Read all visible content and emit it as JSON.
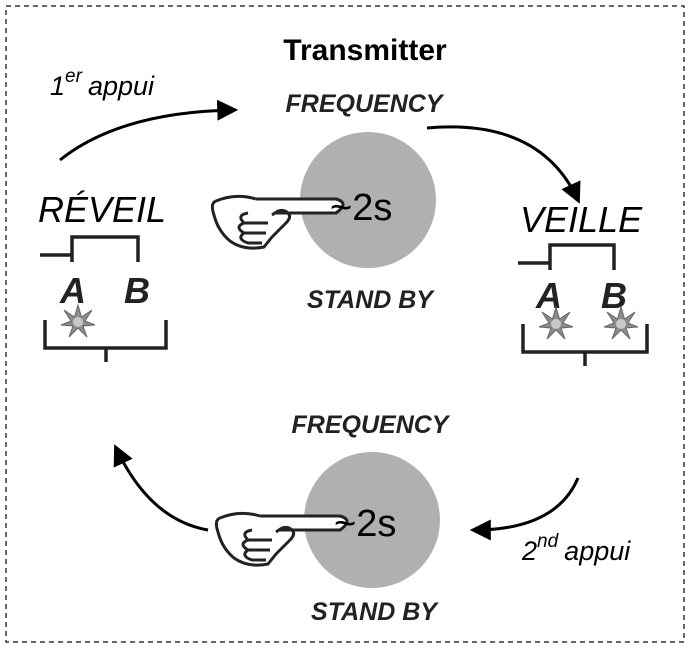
{
  "title": "Transmitter",
  "top_cycle": {
    "label": "FREQUENCY",
    "duration": "~2s",
    "button_label": "STAND BY"
  },
  "bottom_cycle": {
    "label": "FREQUENCY",
    "duration": "~2s",
    "button_label": "STAND BY"
  },
  "reveil": {
    "label": "RÉVEIL",
    "channels": [
      "A",
      "B"
    ]
  },
  "veille": {
    "label": "VEILLE",
    "channels": [
      "A",
      "B"
    ]
  },
  "first_press": {
    "number": "1",
    "sup": "er",
    "text": "appui"
  },
  "second_press": {
    "number": "2",
    "sup": "nd",
    "text": "appui"
  },
  "colors": {
    "button_fill": "#b0b0b0",
    "led_fill": "#9a9a9a",
    "border": "#333333"
  },
  "icons": [
    "pointing-hand-icon",
    "star-led-icon",
    "arrow-icon"
  ]
}
